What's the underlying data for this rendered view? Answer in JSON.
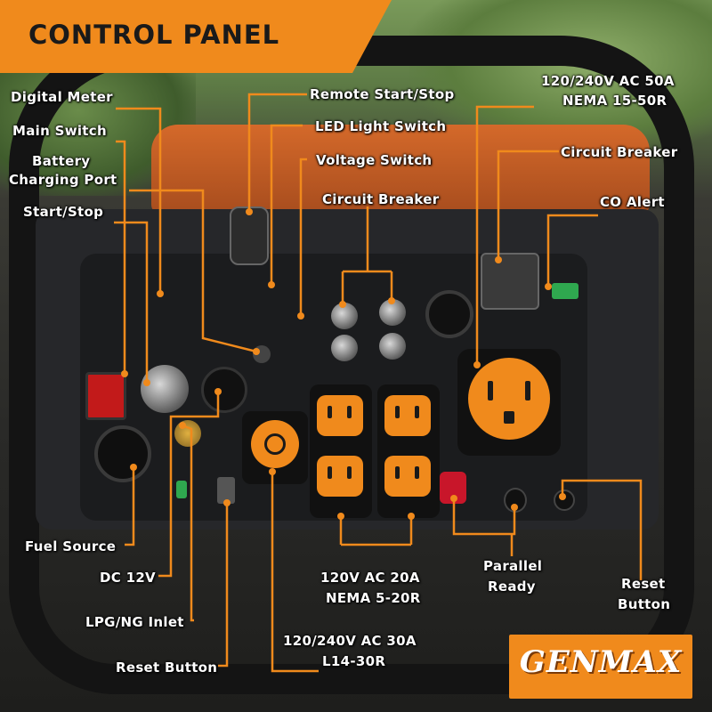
{
  "title": "CONTROL PANEL",
  "brand": "GENMAX",
  "labels": {
    "digital_meter": "Digital Meter",
    "main_switch": "Main Switch",
    "battery_port_1": "Battery",
    "battery_port_2": "Charging Port",
    "start_stop": "Start/Stop",
    "fuel_source": "Fuel Source",
    "dc_12v": "DC 12V",
    "lpg_ng_inlet": "LPG/NG Inlet",
    "reset_button_left": "Reset Button",
    "remote_start_stop": "Remote Start/Stop",
    "led_light_switch": "LED Light Switch",
    "voltage_switch": "Voltage Switch",
    "circuit_breaker_mid": "Circuit Breaker",
    "outlet_50a_1": "120/240V AC 50A",
    "outlet_50a_2": "NEMA 15-50R",
    "circuit_breaker_right": "Circuit Breaker",
    "co_alert": "CO Alert",
    "outlet_20a_1": "120V AC 20A",
    "outlet_20a_2": "NEMA 5-20R",
    "outlet_30a_1": "120/240V AC 30A",
    "outlet_30a_2": "L14-30R",
    "parallel_1": "Parallel",
    "parallel_2": "Ready",
    "reset_right_1": "Reset",
    "reset_right_2": "Button"
  },
  "colors": {
    "accent": "#f08a1c",
    "panel": "#1f2023",
    "text": "#ffffff",
    "banner": "#f08a1c"
  }
}
